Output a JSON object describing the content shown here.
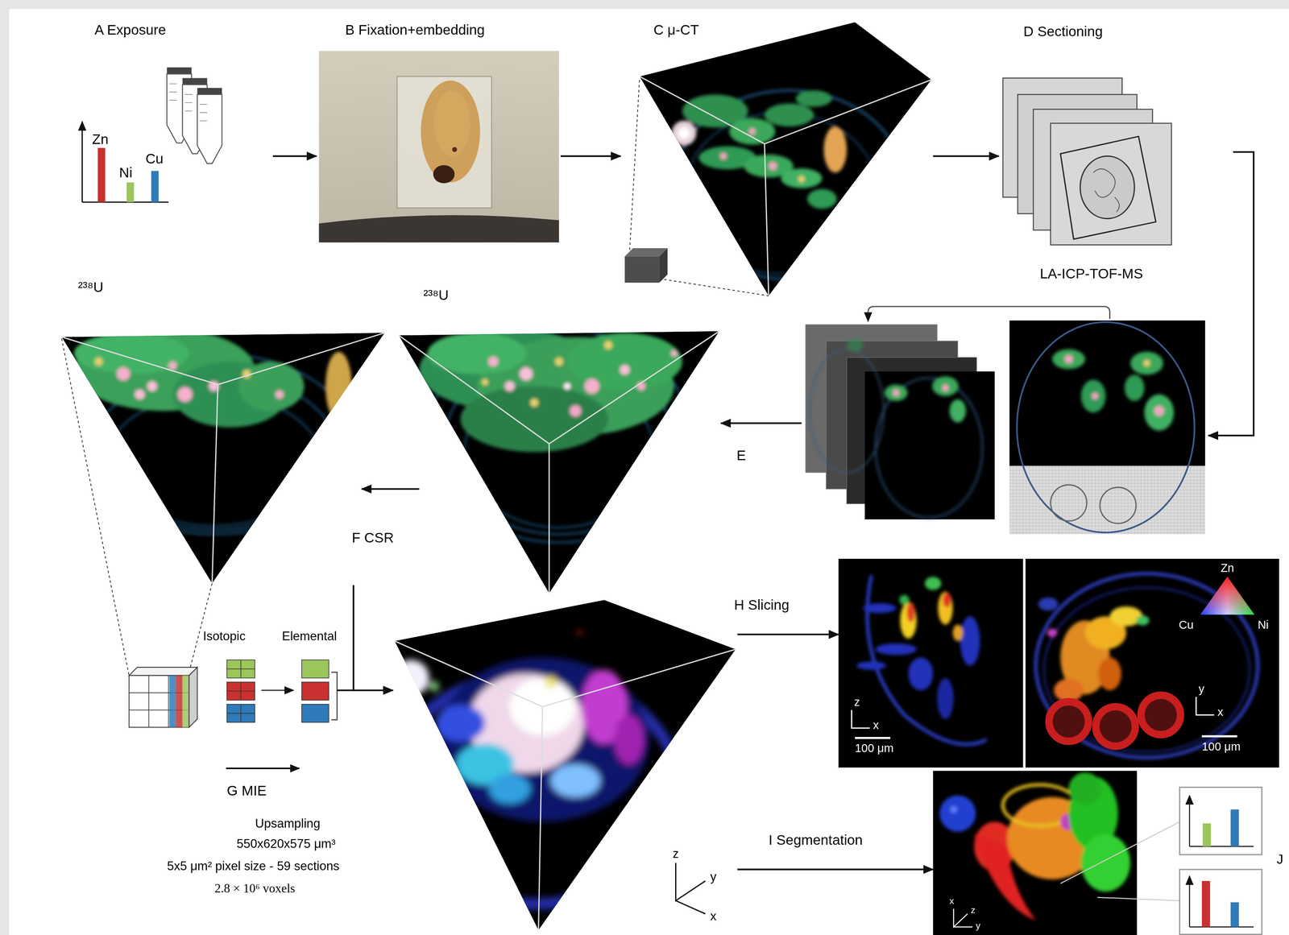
{
  "diagram": {
    "nodes": [
      {
        "text": [
          "A Exposure"
        ]
      },
      {
        "text": [
          "B Fixation+embedding"
        ]
      },
      {
        "text": [
          "C μ-CT"
        ]
      },
      {
        "text": [
          "D Sectioning"
        ]
      },
      {
        "text": [
          "LA-ICP-TOF-MS"
        ]
      },
      {
        "text": [
          "²³⁸U"
        ]
      },
      {
        "text": [
          "²³⁸U"
        ]
      },
      {
        "text": [
          "z",
          "y",
          "x"
        ]
      },
      {
        "text": [
          "z",
          "x",
          "100 μm",
          "y",
          "x",
          "100 μm",
          "Zn",
          "Cu",
          "Ni"
        ]
      },
      {
        "text": [
          "x",
          "z",
          "y"
        ]
      }
    ],
    "edges": [
      {
        "from": 0,
        "to": 1,
        "arrow": "to"
      },
      {
        "from": 1,
        "to": 2,
        "arrow": "to"
      },
      {
        "from": 2,
        "to": 3,
        "arrow": "to"
      },
      {
        "from": 3,
        "to": 4,
        "arrow": "to"
      },
      {
        "from": 4,
        "to": 5,
        "label": "E",
        "arrow": "to"
      },
      {
        "from": 5,
        "to": 6,
        "label": "F CSR",
        "arrow": "to"
      },
      {
        "from": 6,
        "to": 7,
        "arrow": "to"
      },
      {
        "from": 7,
        "to": 8,
        "label": "H Slicing",
        "arrow": "to"
      },
      {
        "from": 7,
        "to": 9,
        "label": "I Segmentation",
        "arrow": "to"
      }
    ],
    "labels": [
      "Zn",
      "Ni",
      "Cu",
      "Isotopic",
      "Elemental",
      "G MIE",
      "Upsampling",
      "550x620x575 μm³",
      "5x5 μm² pixel size - 59 sections",
      "2.8 × 10⁶ voxels",
      "J"
    ]
  }
}
